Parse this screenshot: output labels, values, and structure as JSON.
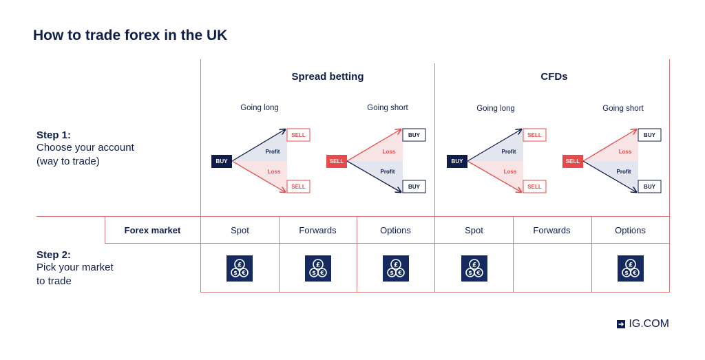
{
  "title": "How to trade forex in the UK",
  "step1": {
    "heading": "Step 1:",
    "line1": "Choose your account",
    "line2": "(way to trade)"
  },
  "step2": {
    "heading": "Step 2:",
    "line1": "Pick your market",
    "line2": "to trade"
  },
  "columns": {
    "spread_betting": "Spread betting",
    "cfds": "CFDs"
  },
  "diagrams": {
    "going_long": "Going long",
    "going_short": "Going short",
    "buy": "BUY",
    "sell": "SELL",
    "profit": "Profit",
    "loss": "Loss"
  },
  "market_row": {
    "label": "Forex market",
    "cells": [
      "Spot",
      "Forwards",
      "Options",
      "Spot",
      "Forwards",
      "Options"
    ],
    "available": [
      true,
      true,
      true,
      true,
      false,
      true
    ]
  },
  "brand": "IG.COM",
  "colors": {
    "navy": "#0f1d4a",
    "red": "#e8494a",
    "grid_line": "#e07a7a",
    "pale_red": "#f8e4e4",
    "pale_blue": "#e3e6ee"
  },
  "icons": {
    "coins": "pound-dollar-euro-coins-icon",
    "brand": "arrow-right-box-icon"
  }
}
